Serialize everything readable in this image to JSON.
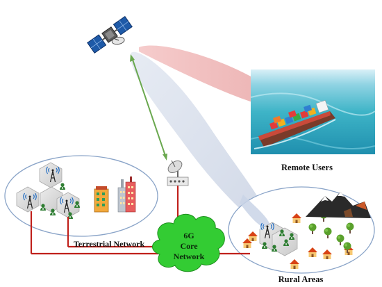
{
  "labels": {
    "remote_users": "Remote Users",
    "terrestrial_network": "Terrestrial Network",
    "rural_areas": "Rural Areas",
    "core_line1": "6G",
    "core_line2": "Core",
    "core_line3": "Network"
  },
  "colors": {
    "satellite_beam_ship": "#e8a0a0",
    "satellite_beam_rural": "#c9d3e6",
    "feeder_link": "#6aa84f",
    "backhaul_cable": "#c0201b",
    "core_cloud": "#33cc33",
    "ellipse_border": "#8aa4c8",
    "hex_cell": "#d9d9d9",
    "sea": "#3fb6c6"
  },
  "icons": [
    "satellite-icon",
    "ground-station-dish-icon",
    "cell-tower-icon",
    "user-icon",
    "building-icon",
    "ship-icon",
    "house-icon",
    "tree-icon",
    "mountain-icon"
  ]
}
